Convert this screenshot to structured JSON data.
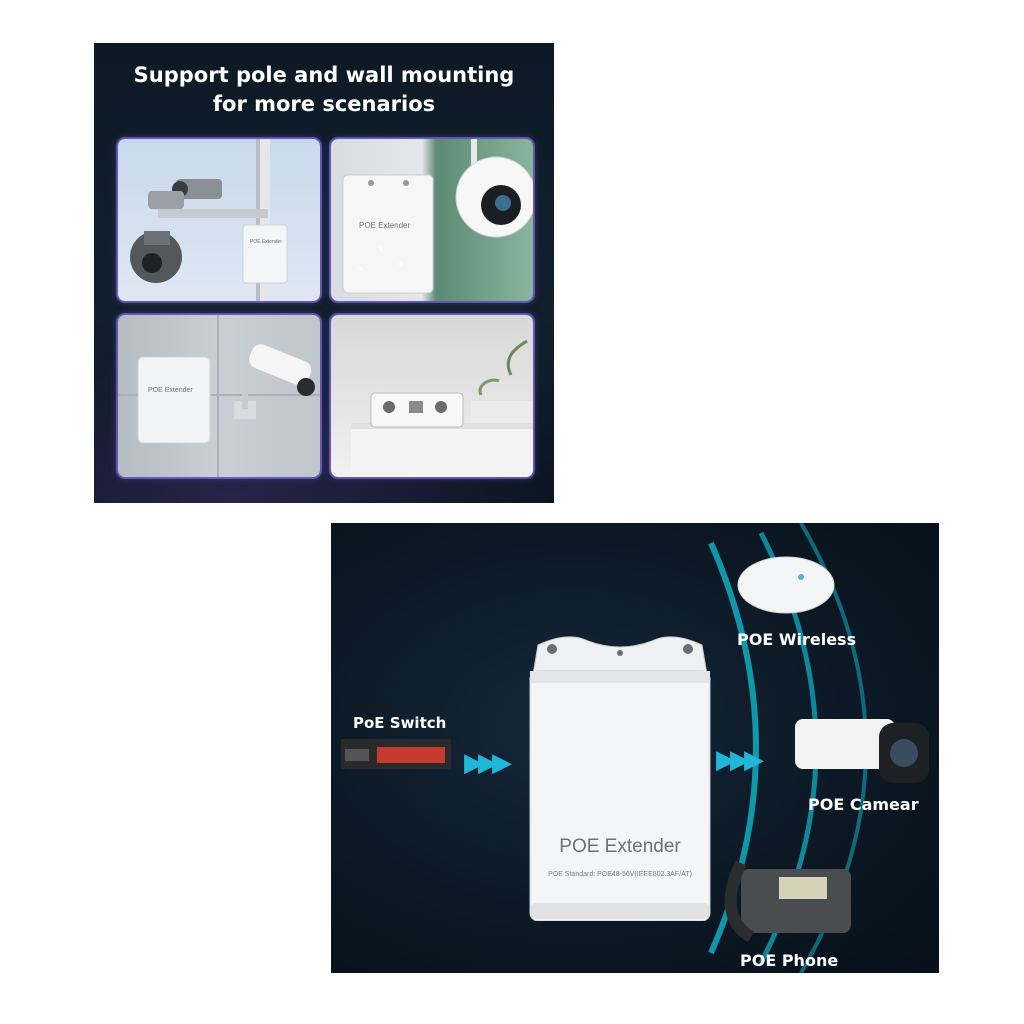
{
  "top_panel": {
    "title_line1": "Support pole and wall mounting",
    "title_line2": "for more scenarios",
    "scenes": [
      {
        "box_text": "POE Extender"
      },
      {
        "box_text": "POE Extender"
      },
      {
        "box_text": "POE Extender"
      },
      {
        "box_text": ""
      }
    ]
  },
  "bottom_panel": {
    "extender_name": "POE Extender",
    "extender_spec": "POE Standard: POE48-56V(IEEE802.3AF/AT)",
    "devices": {
      "switch": "PoE Switch",
      "wireless": "POE Wireless",
      "camera": "POE Camear",
      "phone": "POE Phone"
    },
    "arrow_glyph": "▶▶▶",
    "accent_color": "#1fb6d8"
  }
}
